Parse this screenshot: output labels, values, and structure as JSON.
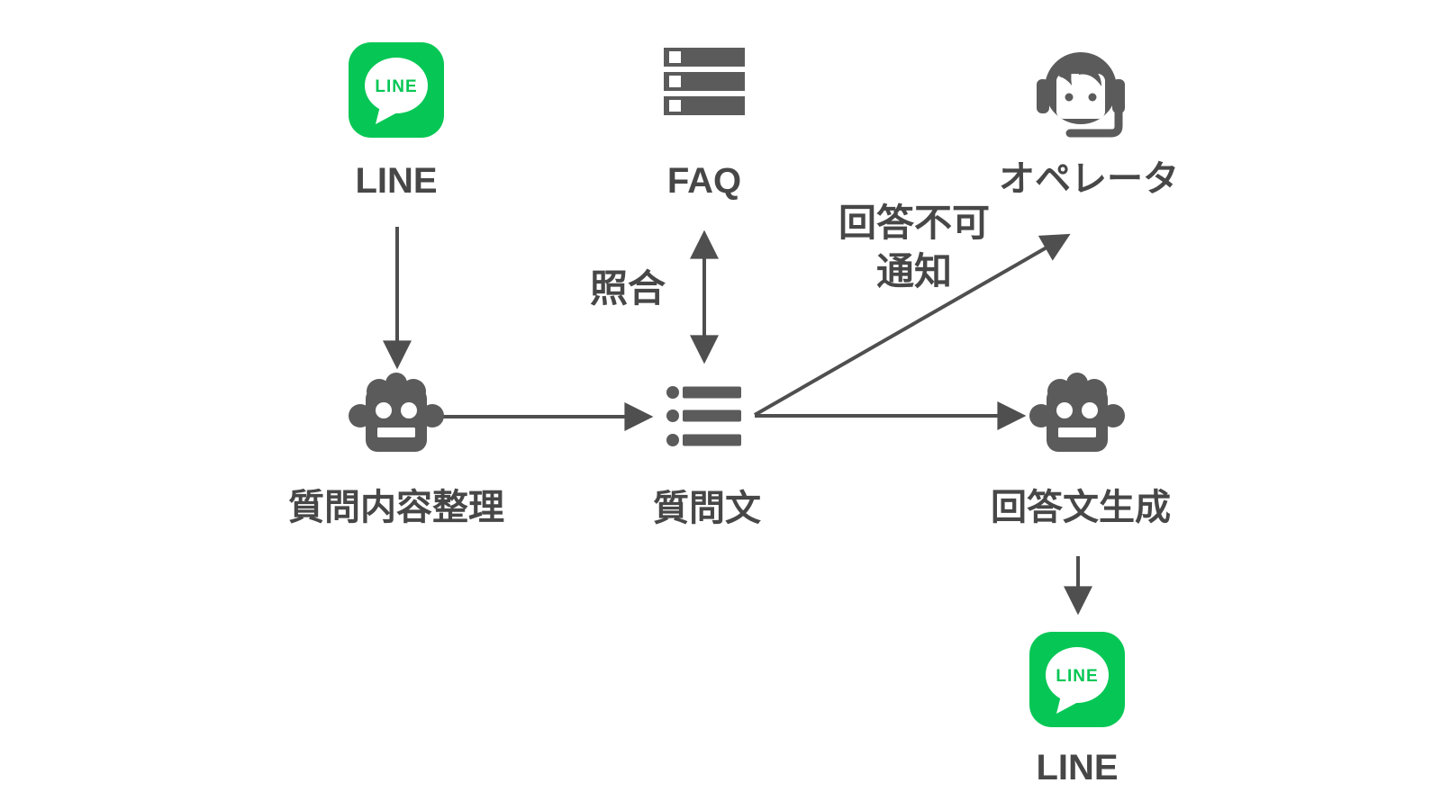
{
  "diagram": {
    "colors": {
      "line_green": "#06C755",
      "icon_gray": "#5b5b5b",
      "arrow_gray": "#4f4f4f",
      "label_gray": "#474747",
      "background": "#ffffff"
    },
    "nodes": {
      "line_top": {
        "label": "LINE",
        "bubble_text": "LINE",
        "icon": "line-app-icon"
      },
      "faq": {
        "label": "FAQ",
        "icon": "server-list-icon"
      },
      "operator": {
        "label": "オペレータ",
        "icon": "operator-headset-icon"
      },
      "organize": {
        "label": "質問内容整理",
        "icon": "robot-icon"
      },
      "question": {
        "label": "質問文",
        "icon": "bullet-list-icon"
      },
      "generate": {
        "label": "回答文生成",
        "icon": "robot-icon"
      },
      "line_bottom": {
        "label": "LINE",
        "bubble_text": "LINE",
        "icon": "line-app-icon"
      }
    },
    "edge_labels": {
      "matching": "照合",
      "cannot_answer_line1": "回答不可",
      "cannot_answer_line2": "通知"
    }
  }
}
